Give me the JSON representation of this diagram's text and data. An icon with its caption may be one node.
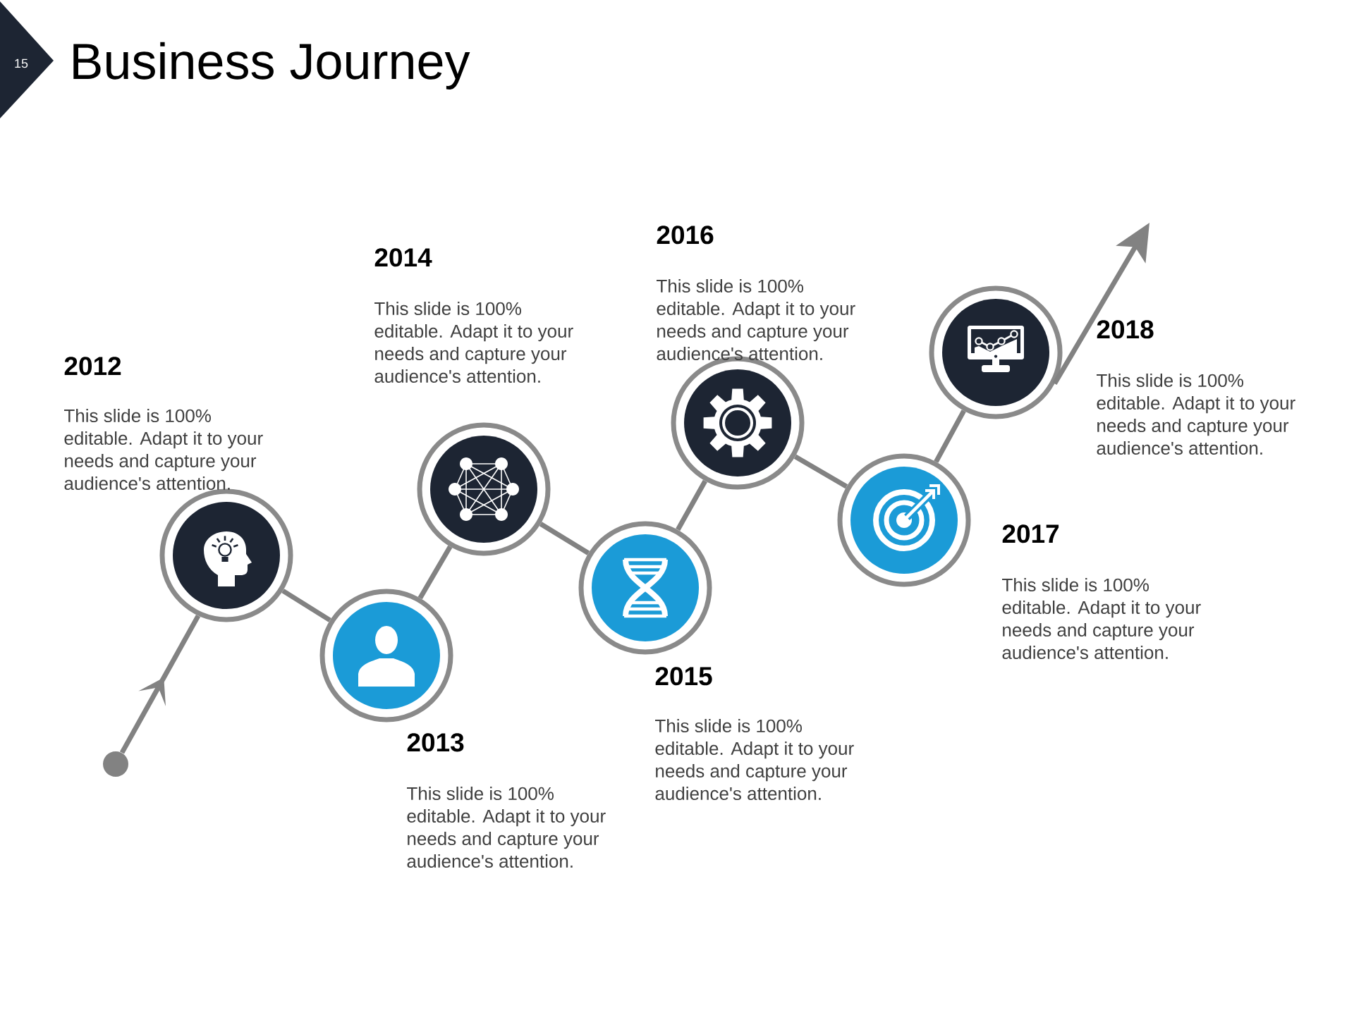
{
  "diagram": {
    "title": "Business Journey",
    "nodes": [
      {
        "text": [],
        "shape": "circle"
      },
      {
        "text": [],
        "shape": "circle",
        "beside": [
          "2012",
          "This slide is 100% editable. Adapt it to your needs and capture your audience's attention."
        ]
      },
      {
        "text": [],
        "shape": "circle",
        "beside": [
          "2013",
          "This slide is 100% editable. Adapt it to your needs and capture your audience's attention."
        ]
      },
      {
        "text": [],
        "shape": "circle",
        "beside": [
          "2014",
          "This slide is 100% editable. Adapt it to your needs and capture your audience's attention."
        ]
      },
      {
        "text": [],
        "shape": "circle",
        "beside": [
          "2015",
          "This slide is 100% editable. Adapt it to your needs and capture your audience's attention."
        ]
      },
      {
        "text": [],
        "shape": "circle",
        "beside": [
          "2016",
          "This slide is 100% editable. Adapt it to your needs and capture your audience's attention."
        ]
      },
      {
        "text": [],
        "shape": "circle",
        "beside": [
          "2017",
          "This slide is 100% editable. Adapt it to your needs and capture your audience's attention."
        ]
      },
      {
        "text": [],
        "shape": "circle",
        "beside": [
          "2018",
          "This slide is 100% editable. Adapt it to your needs and capture your audience's attention."
        ]
      }
    ],
    "edges": [
      {
        "from": 0,
        "to": 1,
        "arrow": "to"
      },
      {
        "from": 1,
        "to": 2,
        "arrow": "none"
      },
      {
        "from": 2,
        "to": 3,
        "arrow": "none"
      },
      {
        "from": 3,
        "to": 4,
        "arrow": "none"
      },
      {
        "from": 4,
        "to": 5,
        "arrow": "none"
      },
      {
        "from": 5,
        "to": 6,
        "arrow": "none"
      },
      {
        "from": 6,
        "to": 7,
        "arrow": "none"
      },
      {
        "from": 7,
        "to": null,
        "arrow": "to"
      }
    ],
    "labels": [
      "15"
    ]
  }
}
